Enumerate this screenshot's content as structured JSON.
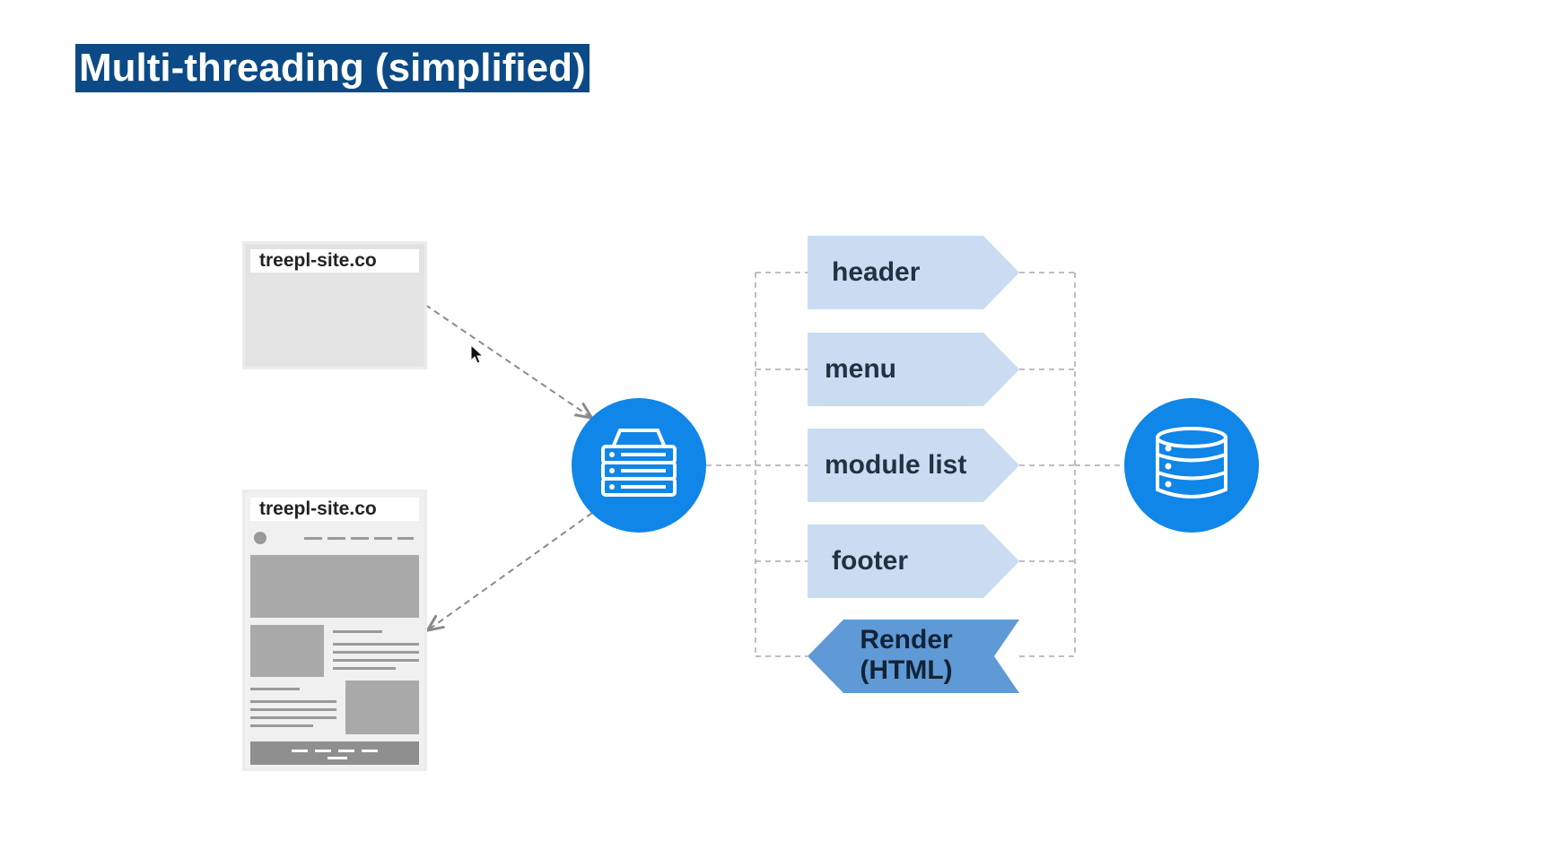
{
  "title": "Multi-threading (simplified)",
  "browsers": [
    {
      "url": "treepl-site.co",
      "state": "empty"
    },
    {
      "url": "treepl-site.co",
      "state": "rendered"
    }
  ],
  "web_server_icon": "server-stack-icon",
  "database_icon": "database-icon",
  "tasks": [
    {
      "label": "header"
    },
    {
      "label": "menu"
    },
    {
      "label": "module list"
    },
    {
      "label": "footer"
    }
  ],
  "render": {
    "line1": "Render",
    "line2": "(HTML)"
  },
  "colors": {
    "title_bg": "#0b4a86",
    "task_fill": "#c9dcf2",
    "render_fill": "#5f9ad6",
    "circle": "#0f86e8",
    "dash": "#a8a8a8"
  }
}
